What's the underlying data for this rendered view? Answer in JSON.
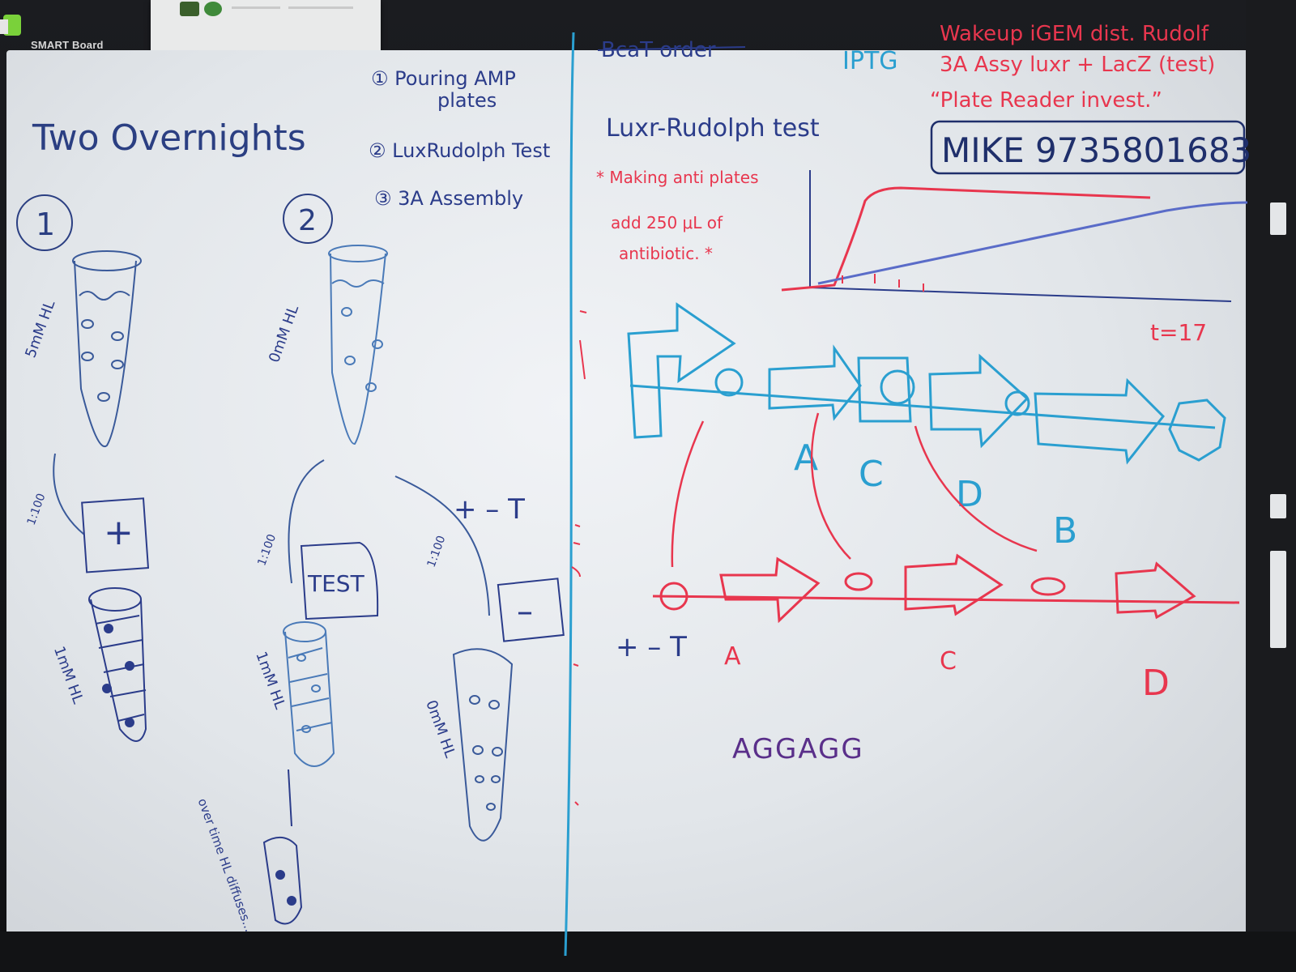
{
  "whiteboard": {
    "brand": "SMART Board",
    "title": "Two Overnights",
    "steps": [
      "① Pouring AMP",
      "plates",
      "② LuxRudolph Test",
      "③ 3A Assembly"
    ],
    "top_right": {
      "bcat": "BcaT order",
      "iptg": "IPTG",
      "todo1": "Wakeup iGEM dist. Rudolf",
      "todo2": "3A Assy luxr + LacZ (test)",
      "todo3": "“Plate Reader invest.”",
      "phone": "MIKE 9735801683",
      "luxr": "Luxr-Rudolph test",
      "anti1": "* Making anti plates",
      "anti2": "add 250 μL of",
      "anti3": "antibiotic. *",
      "time": "t=17"
    },
    "left_column": {
      "one": "1",
      "two": "2",
      "tube1": "5mM HL",
      "tube2": "0mM HL",
      "ratio1": "1:100",
      "ratio2": "1:100",
      "ratio3": "1:100",
      "plus_box": "+",
      "test_box": "TEST",
      "minus_box": "–",
      "plus_minus_t": "+ – T",
      "tube3": "1mM HL",
      "tube4": "1mM HL",
      "tube5": "0mM HL",
      "note": "over time HL diffuses..."
    },
    "construct": {
      "blue_labels": [
        "A",
        "C",
        "D",
        "B"
      ],
      "red_labels": [
        "A",
        "C",
        "D"
      ],
      "plus_minus_t2": "+ – T",
      "sequence": "AGGAGG"
    }
  }
}
